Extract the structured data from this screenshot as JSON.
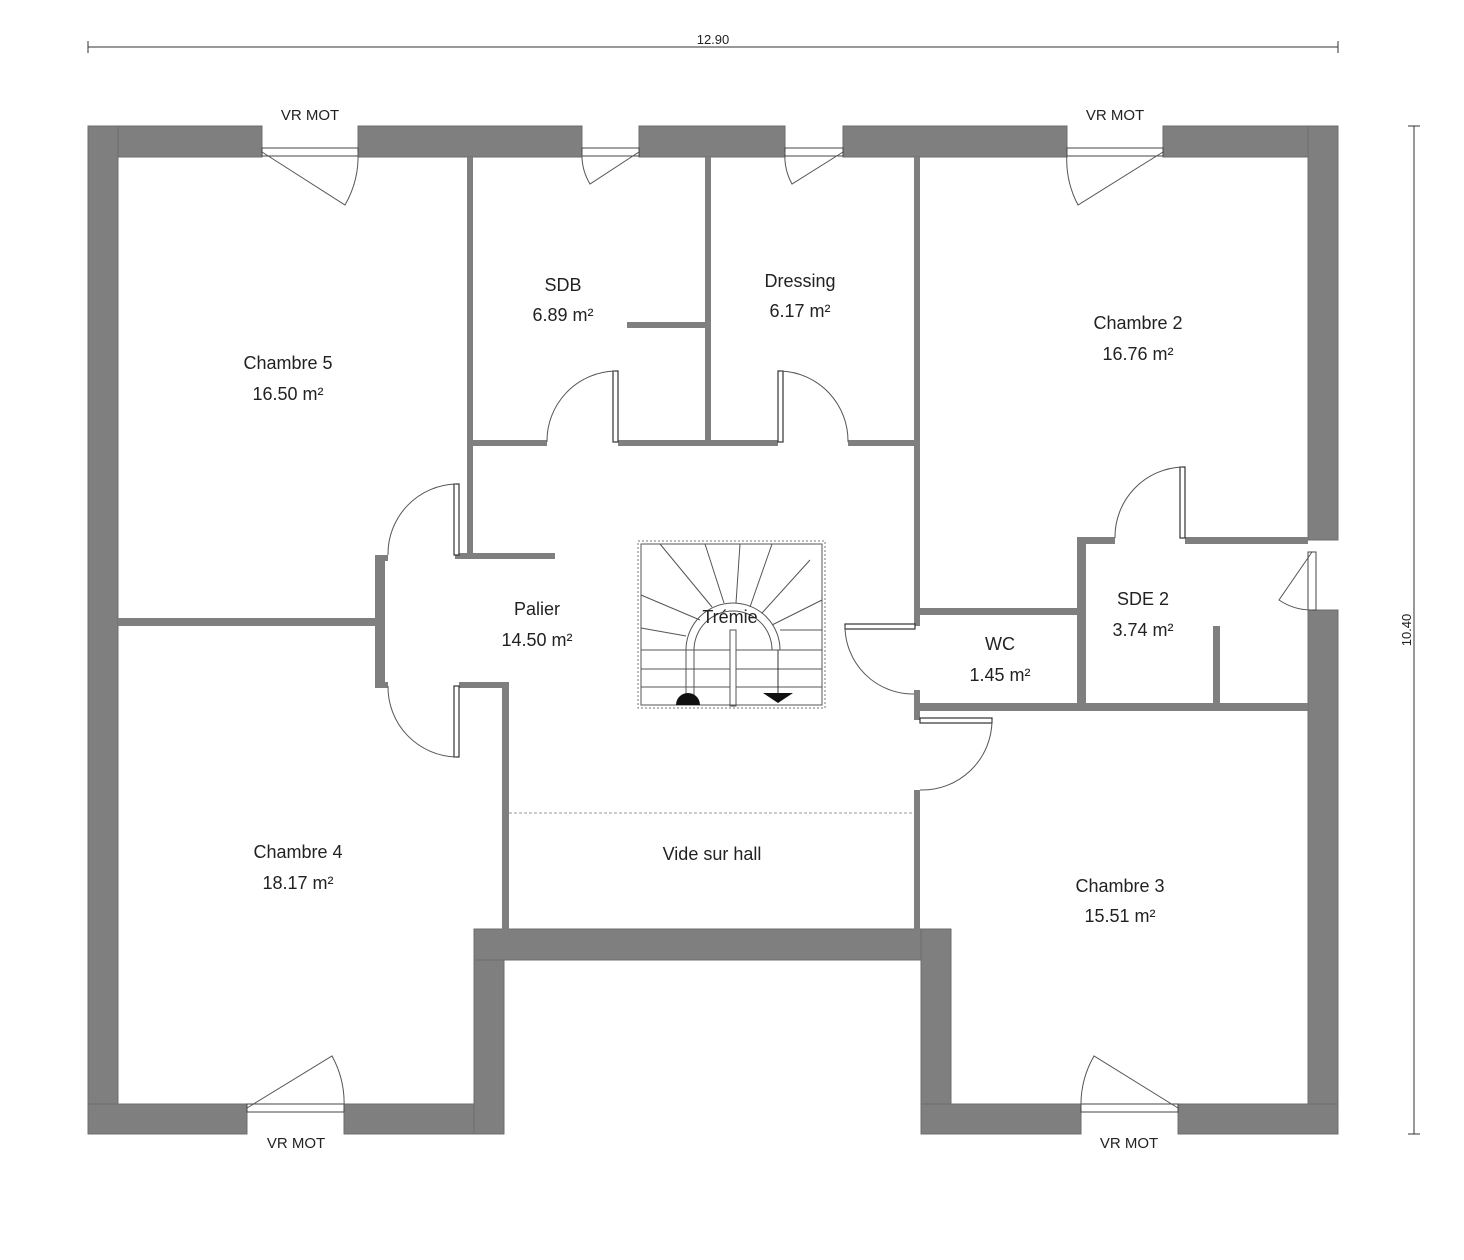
{
  "dimensions": {
    "width": "12.90",
    "height": "10.40"
  },
  "rooms": {
    "chambre5": {
      "name": "Chambre 5",
      "area": "16.50 m²"
    },
    "sdb": {
      "name": "SDB",
      "area": "6.89 m²"
    },
    "dressing": {
      "name": "Dressing",
      "area": "6.17 m²"
    },
    "chambre2": {
      "name": "Chambre 2",
      "area": "16.76 m²"
    },
    "palier": {
      "name": "Palier",
      "area": "14.50 m²"
    },
    "tremie": {
      "name": "Trémie"
    },
    "wc": {
      "name": "WC",
      "area": "1.45 m²"
    },
    "sde2": {
      "name": "SDE 2",
      "area": "3.74 m²"
    },
    "chambre4": {
      "name": "Chambre 4",
      "area": "18.17 m²"
    },
    "vide": {
      "name": "Vide sur hall"
    },
    "chambre3": {
      "name": "Chambre 3",
      "area": "15.51 m²"
    }
  },
  "windows": {
    "top_left": "VR MOT",
    "top_right": "VR MOT",
    "bottom_left": "VR MOT",
    "bottom_right": "VR MOT"
  },
  "colors": {
    "wall": "#7f7f7f",
    "background": "#ffffff"
  }
}
